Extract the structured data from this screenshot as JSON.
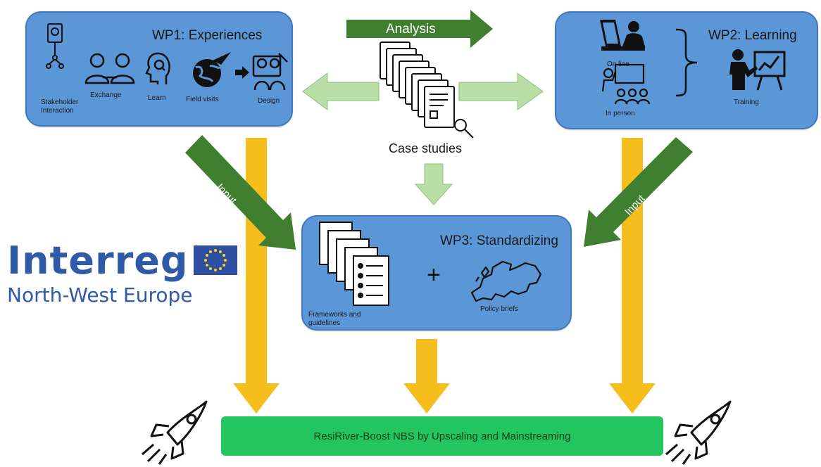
{
  "colors": {
    "box_blue": "#5b96d6",
    "box_border": "#3f78bd",
    "dark_green": "#3f7f2f",
    "light_green": "#b9dea6",
    "yellow": "#f6be1d",
    "goal_green": "#22c55e",
    "interreg_blue": "#2f5aa8"
  },
  "wp1": {
    "title": "WP1: Experiences",
    "labels": {
      "stakeholder_1": "Stakeholder",
      "stakeholder_2": "Interaction",
      "exchange": "Exchange",
      "learn": "Learn",
      "field_visits": "Field visits",
      "design": "Design"
    }
  },
  "wp2": {
    "title": "WP2: Learning",
    "labels": {
      "online": "On line",
      "in_person": "In person",
      "training": "Training"
    }
  },
  "wp3": {
    "title": "WP3: Standardizing",
    "plus": "+",
    "labels": {
      "frameworks_1": "Frameworks and",
      "frameworks_2": "guidelines",
      "policy_briefs": "Policy briefs"
    }
  },
  "analysis": "Analysis",
  "case_studies": "Case studies",
  "input_left": "Input",
  "input_right": "Input",
  "logo": {
    "main": "Interreg",
    "sub": "North-West Europe"
  },
  "goal": "ResiRiver-Boost NBS by Upscaling and Mainstreaming"
}
